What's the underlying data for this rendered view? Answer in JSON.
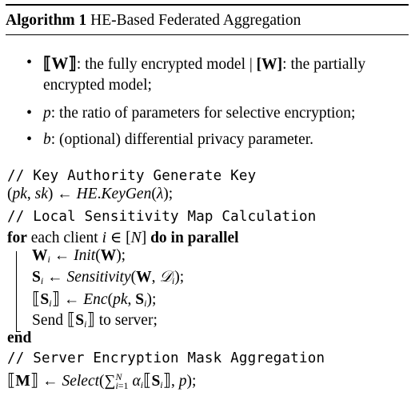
{
  "algorithm": {
    "label": "Algorithm 1",
    "title": "HE-Based Federated Aggregation"
  },
  "bullets": [
    {
      "symbol": "[[W]]",
      "line1": ": the fully encrypted model | ",
      "symbol2": "[W]",
      "line1_end": ": the partially",
      "line2": "encrypted model;"
    },
    {
      "symbol": "p",
      "text": ": the ratio of parameters for selective encryption;"
    },
    {
      "symbol": "b",
      "text": ": (optional) differential privacy parameter."
    }
  ],
  "code": {
    "comment1": "// Key Authority Generate Key",
    "keygen": "(pk, sk) ← HE.KeyGen(λ);",
    "comment2": "// Local Sensitivity Map Calculation",
    "for_kw": "for",
    "for_text": " each client ",
    "for_cond": "i ∈ [N]",
    "do_kw": " do in parallel",
    "body": [
      "Wᵢ ← Init(W);",
      "Sᵢ ← Sensitivity(W, 𝒟ᵢ);",
      "[[Sᵢ]] ← Enc(pk, Sᵢ);",
      "Send [[Sᵢ]] to server;"
    ],
    "end_kw": "end",
    "comment3": "// Server Encryption Mask Aggregation",
    "select": "[[M]] ← Select(Σᵢ₌₁ᴺ αᵢ[[Sᵢ]], p);"
  }
}
